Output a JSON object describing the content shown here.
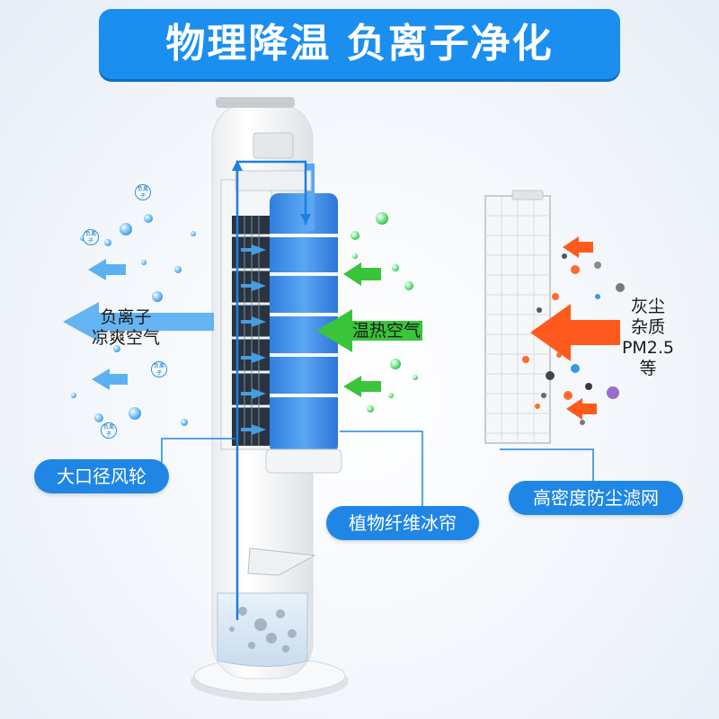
{
  "banner": {
    "title": "物理降温 负离子净化"
  },
  "left_airflow": {
    "line1": "负离子",
    "line2": "凉爽空气"
  },
  "right_airflow": {
    "line1": "温热空气"
  },
  "filter_airflow": {
    "line1": "灰尘",
    "line2": "杂质",
    "line3": "PM2.5",
    "line4": "等"
  },
  "labels": {
    "fan": "大口径风轮",
    "ice_curtain": "植物纤维冰帘",
    "dust_filter": "高密度防尘滤网"
  },
  "ion_badge": {
    "text": "负离子"
  },
  "colors": {
    "banner_bg": "#1a8ff0",
    "label_bg": "#1f86e6",
    "cool_arrow": "#4aa8f0",
    "warm_arrow": "#3ac43a",
    "dust_arrow": "#ff5a1e",
    "ice_curtain": "#3d8ee8"
  }
}
